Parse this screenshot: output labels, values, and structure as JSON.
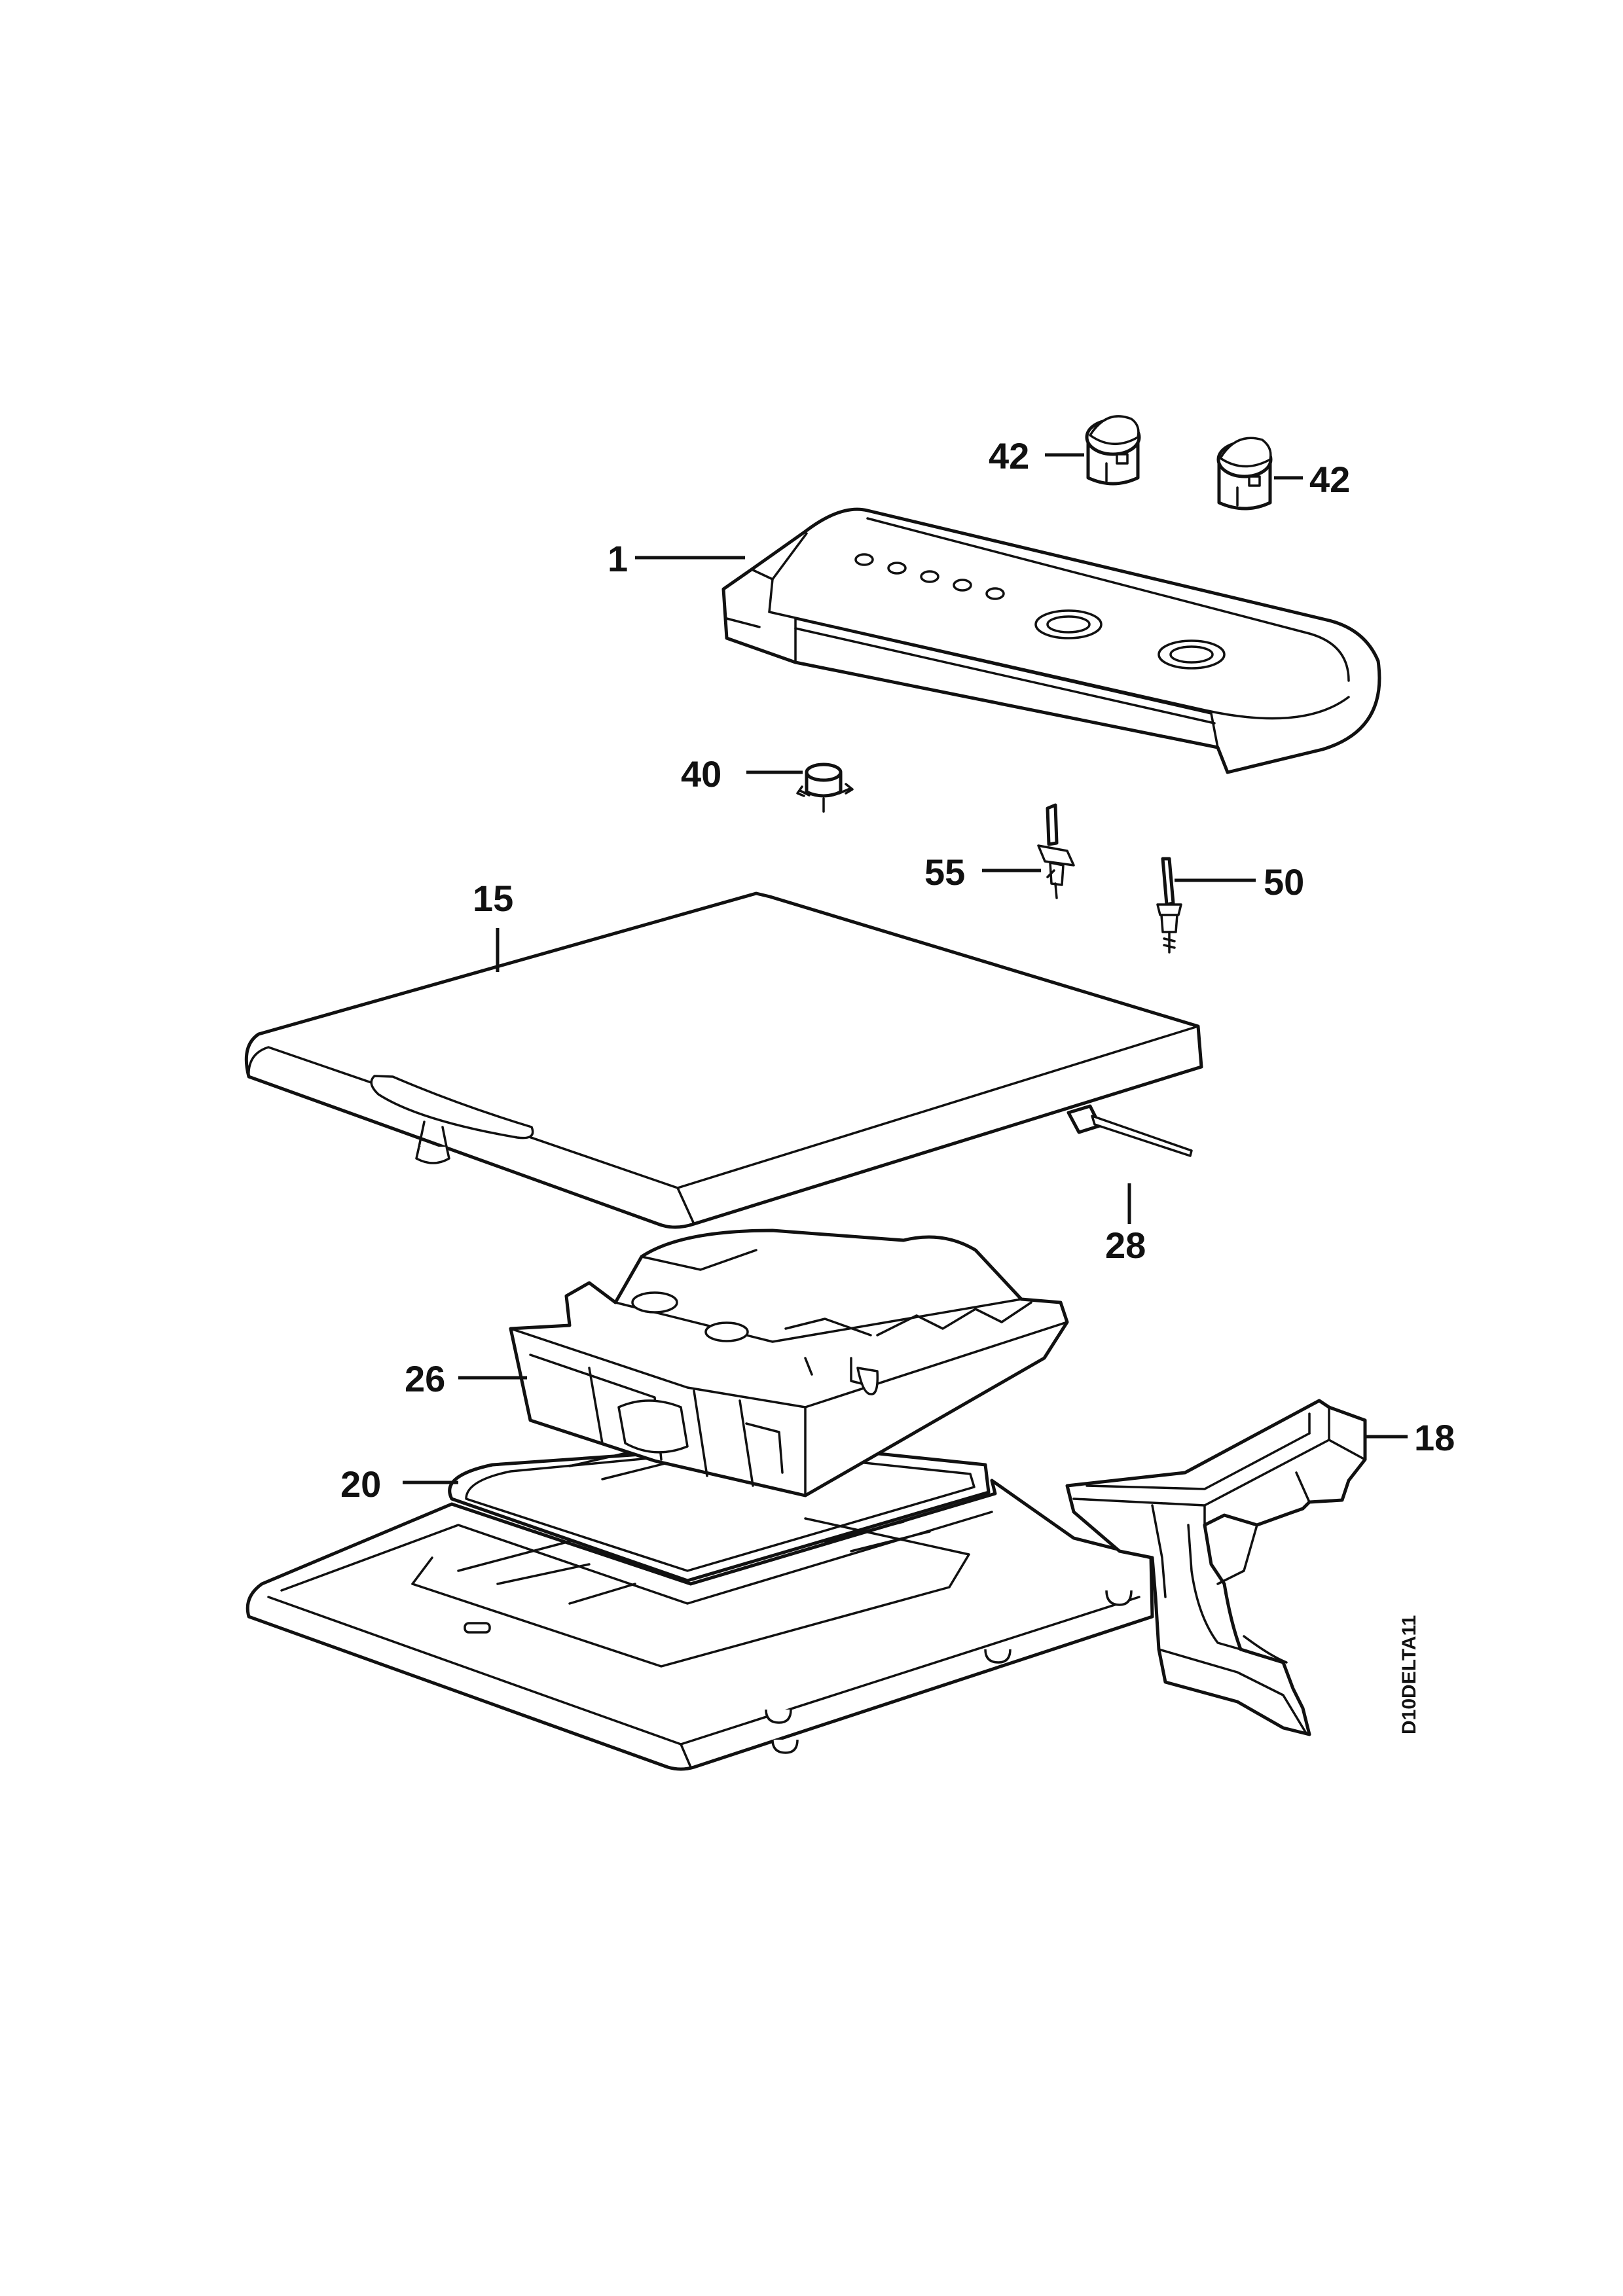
{
  "callouts": {
    "c42a": "42",
    "c42b": "42",
    "c1": "1",
    "c40": "40",
    "c55": "55",
    "c50": "50",
    "c15": "15",
    "c28": "28",
    "c26": "26",
    "c18": "18",
    "c20": "20"
  },
  "drawing_code": "D10DELTA11",
  "colors": {
    "line": "#111111",
    "background": "#ffffff"
  }
}
